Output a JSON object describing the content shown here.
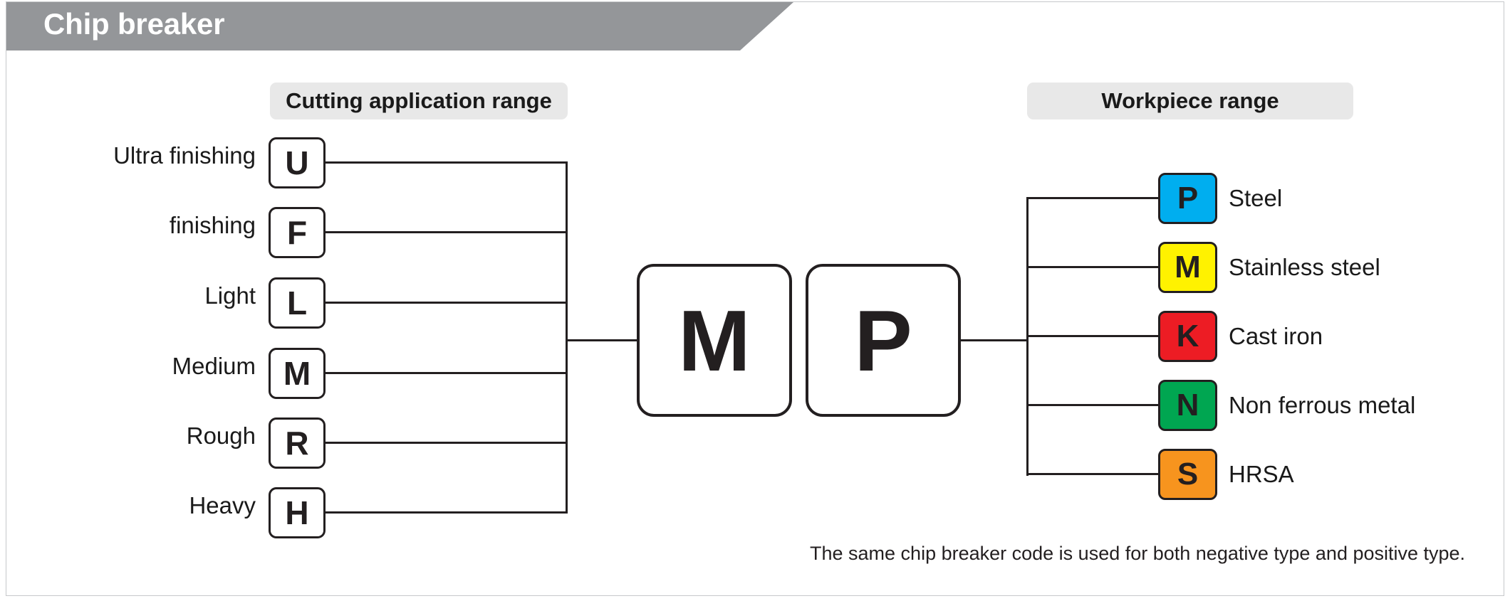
{
  "header": {
    "title": "Chip breaker",
    "bar_color": "#949699",
    "title_color": "#ffffff"
  },
  "sections": {
    "cutting_label": "Cutting application range",
    "workpiece_label": "Workpiece range",
    "pill_color": "#e8e8e8"
  },
  "cutting_rows": [
    {
      "label": "Ultra finishing",
      "code": "U"
    },
    {
      "label": "finishing",
      "code": "F"
    },
    {
      "label": "Light",
      "code": "L"
    },
    {
      "label": "Medium",
      "code": "M"
    },
    {
      "label": "Rough",
      "code": "R"
    },
    {
      "label": "Heavy",
      "code": "H"
    }
  ],
  "center_boxes": [
    {
      "code": "M"
    },
    {
      "code": "P"
    }
  ],
  "workpiece_rows": [
    {
      "code": "P",
      "label": "Steel",
      "color": "#00aeef"
    },
    {
      "code": "M",
      "label": "Stainless steel",
      "color": "#fff200"
    },
    {
      "code": "K",
      "label": "Cast iron",
      "color": "#ed1c24"
    },
    {
      "code": "N",
      "label": "Non ferrous metal",
      "color": "#00a651"
    },
    {
      "code": "S",
      "label": "HRSA",
      "color": "#f7941e"
    }
  ],
  "footnote": "The same chip breaker code is used for both negative type and positive type.",
  "colors": {
    "line": "#231f20",
    "text": "#1a1a1a",
    "card_border": "#c6c8ca"
  }
}
